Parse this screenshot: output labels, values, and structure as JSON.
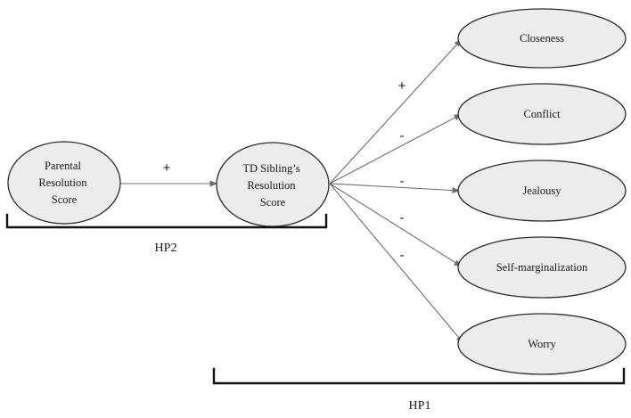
{
  "nodes": {
    "parental": {
      "lines": [
        "Parental",
        "Resolution",
        "Score"
      ]
    },
    "sibling": {
      "lines": [
        "TD Sibling’s",
        "Resolution",
        "Score"
      ]
    },
    "closeness": {
      "lines": [
        "Closeness"
      ]
    },
    "conflict": {
      "lines": [
        "Conflict"
      ]
    },
    "jealousy": {
      "lines": [
        "Jealousy"
      ]
    },
    "selfmarg": {
      "lines": [
        "Self-marginalization"
      ]
    },
    "worry": {
      "lines": [
        "Worry"
      ]
    }
  },
  "edges": {
    "parental_to_sibling": {
      "sign": "+"
    },
    "sibling_to_closeness": {
      "sign": "+"
    },
    "sibling_to_conflict": {
      "sign": "-"
    },
    "sibling_to_jealousy": {
      "sign": "-"
    },
    "sibling_to_selfmarg": {
      "sign": "-"
    },
    "sibling_to_worry": {
      "sign": "-"
    }
  },
  "groups": {
    "hp2": {
      "label": "HP2"
    },
    "hp1": {
      "label": "HP1"
    }
  },
  "colors": {
    "node_fill": "#ececec",
    "node_stroke": "#2b2b2b",
    "arrow": "#6e6e6e",
    "bracket": "#111111"
  }
}
